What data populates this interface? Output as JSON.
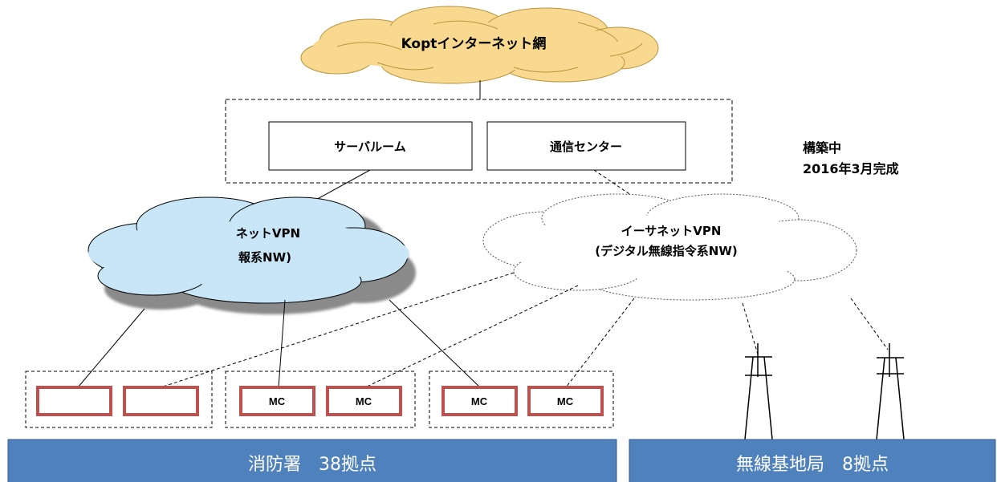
{
  "internet": {
    "label": "Koptインターネット網"
  },
  "center": {
    "server_room": "サーバルーム",
    "comm_center": "通信センター"
  },
  "status": {
    "line1": "構築中",
    "line2": "2016年3月完成"
  },
  "vpn_left": {
    "line1": "ネットVPN",
    "line2": "報系NW)"
  },
  "vpn_right": {
    "line1": "イーサネットVPN",
    "line2": "(デジタル無線指令系NW)"
  },
  "terminals": [
    {
      "label": ""
    },
    {
      "label": ""
    },
    {
      "label": "MC"
    },
    {
      "label": "MC"
    },
    {
      "label": "MC"
    },
    {
      "label": "MC"
    }
  ],
  "bases": {
    "fire": "消防署　38拠点",
    "radio": "無線基地局　8拠点"
  },
  "colors": {
    "internet_cloud": "#f9d98f",
    "vpn_left_cloud": "#c9e6f8",
    "terminal_border": "#c0504d",
    "base_bar": "#4f81bd"
  }
}
